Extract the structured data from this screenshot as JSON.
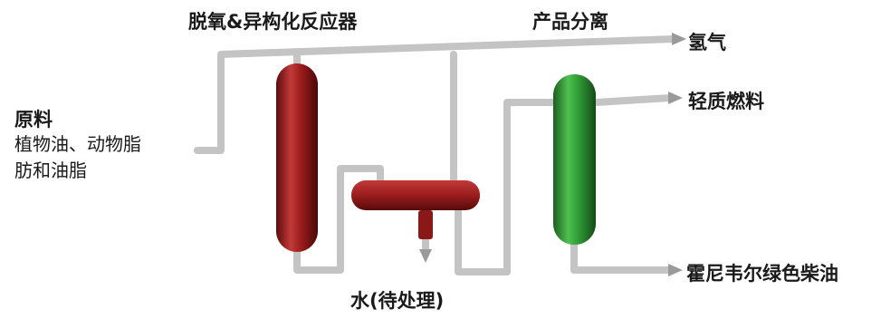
{
  "labels": {
    "reactor": "脱氧&异构化反应器",
    "separation": "产品分离",
    "hydrogen": "氢气",
    "feed_title": "原料",
    "feed_line1": "植物油、动物脂",
    "feed_line2": "肪和油脂",
    "light_fuel": "轻质燃料",
    "diesel": "霍尼韦尔绿色柴油",
    "water": "水(待处理)"
  },
  "colors": {
    "reactor_vessel": "#9b1c1c",
    "separator_vessel": "#2f9a35",
    "pipe": "#c4c4c4",
    "arrow": "#9a9a9a"
  }
}
